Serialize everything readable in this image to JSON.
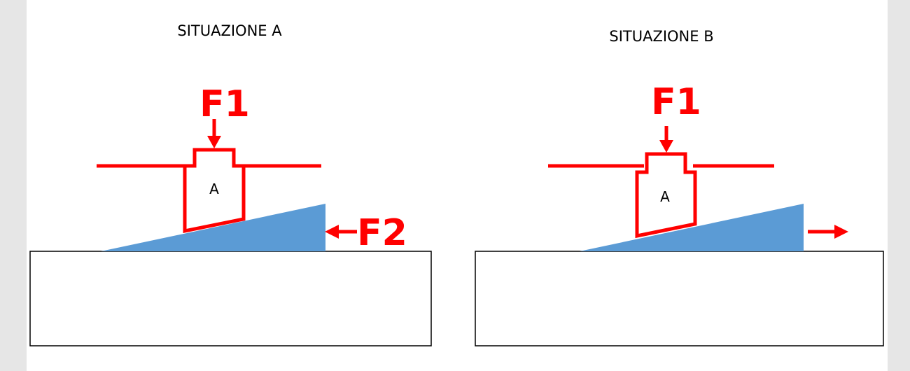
{
  "situations": [
    {
      "title": "SITUAZIONE A",
      "force_top": "F1",
      "block_label": "A",
      "force_side": "F2",
      "side_force_direction": "left"
    },
    {
      "title": "SITUAZIONE B",
      "force_top": "F1",
      "block_label": "A",
      "side_force_direction": "right"
    }
  ],
  "colors": {
    "force": "#ff0000",
    "wedge": "#5b9bd5",
    "base_fill": "#ffffff",
    "page_background": "#e6e6e6"
  }
}
